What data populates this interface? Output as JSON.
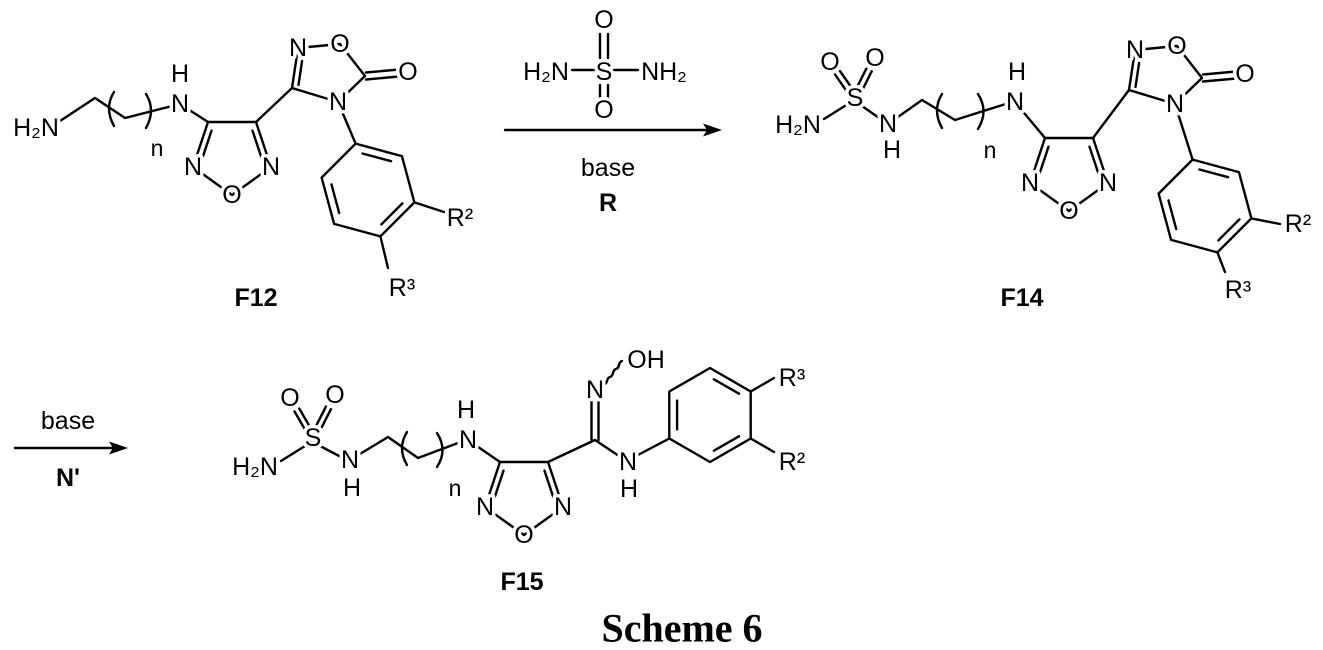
{
  "title": "Scheme 6",
  "f12": {
    "label": "F12",
    "amine": "H₂N",
    "repeat": "n",
    "nh": {
      "n": "N",
      "h": "H"
    },
    "furazan": {
      "n_left": "N",
      "o": "O",
      "n_right": "N"
    },
    "oxadiazolone": {
      "n_top": "N",
      "o_ring": "O",
      "o_carbonyl": "O",
      "n_ring": "N"
    },
    "r2": "R²",
    "r3": "R³"
  },
  "step1": {
    "reagent": {
      "left": "H₂N",
      "s": "S",
      "right": "NH₂",
      "o_top": "O",
      "o_bottom": "O"
    },
    "condition": "base",
    "label": "R"
  },
  "f14": {
    "label": "F14",
    "amine": "H₂N",
    "sulfonyl": {
      "s": "S",
      "o_left": "O",
      "o_right": "O"
    },
    "sulfonamide_nh": {
      "n": "N",
      "h": "H"
    },
    "repeat": "n",
    "nh": {
      "n": "N",
      "h": "H"
    },
    "furazan": {
      "n_left": "N",
      "o": "O",
      "n_right": "N"
    },
    "oxadiazolone": {
      "n_top": "N",
      "o_ring": "O",
      "o_carbonyl": "O",
      "n_ring": "N"
    },
    "r2": "R²",
    "r3": "R³"
  },
  "step2": {
    "condition": "base",
    "label": "N'"
  },
  "f15": {
    "label": "F15",
    "amine": "H₂N",
    "sulfonyl": {
      "s": "S",
      "o_left": "O",
      "o_right": "O"
    },
    "sulfonamide_nh": {
      "n": "N",
      "h": "H"
    },
    "repeat": "n",
    "nh": {
      "n": "N",
      "h": "H"
    },
    "furazan": {
      "n_left": "N",
      "o": "O",
      "n_right": "N"
    },
    "amidoxime": {
      "n": "N",
      "oh": "OH",
      "nh_n": "N",
      "nh_h": "H"
    },
    "r2": "R²",
    "r3": "R³"
  }
}
